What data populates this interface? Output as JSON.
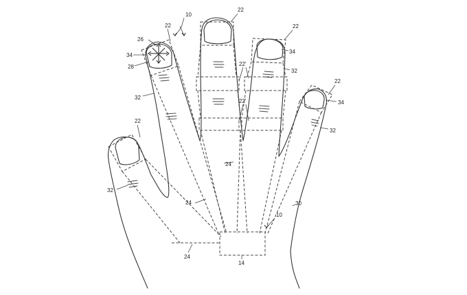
{
  "labels": {
    "ref_10_top": "10",
    "ref_10_bottom": "10",
    "ref_22_thumb": "22",
    "ref_22_index": "22",
    "ref_22_middle": "22",
    "ref_22_ring": "22",
    "ref_22_pinky": "22",
    "ref_22p_upper": "22'",
    "ref_22p_lower": "22'",
    "ref_24_center": "24",
    "ref_24_left": "24",
    "ref_24_bottom": "24",
    "ref_26": "26",
    "ref_28": "28",
    "ref_30": "30",
    "ref_32_index": "32",
    "ref_32_thumb": "32",
    "ref_32_ring": "32",
    "ref_32_pinky": "32",
    "ref_34_index": "34",
    "ref_34_ring": "34",
    "ref_34_pinky": "34",
    "ref_14": "14"
  }
}
